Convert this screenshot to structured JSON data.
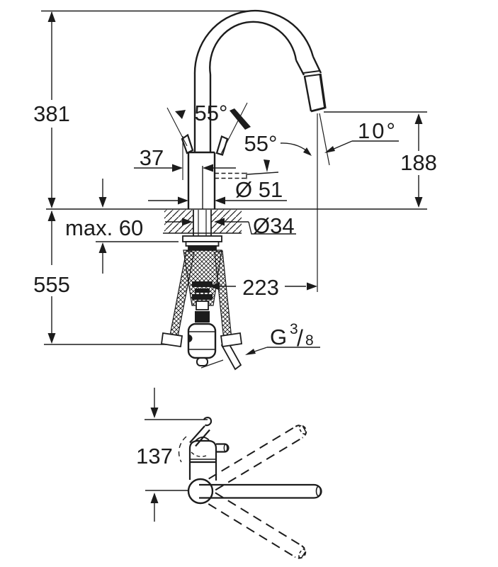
{
  "drawing": {
    "title": "faucet-technical-dimension-drawing",
    "ink_color": "#1c1c1c",
    "background_color": "#ffffff",
    "front_view": {
      "total_height": "381",
      "below_deck_depth": "555",
      "max_counter_thickness": "max. 60",
      "handle_offset": "37",
      "handle_swing_angle": "55°",
      "spout_swivel_angle": "55°",
      "outlet_tilt_angle": "10°",
      "spout_outlet_height": "188",
      "body_diameter": "Ø 51",
      "mounting_hole_diameter": "Ø34",
      "spout_reach": "223",
      "thread": {
        "g": "G",
        "numerator": "3",
        "slash": "/",
        "denominator": "8"
      }
    },
    "top_view": {
      "handle_projection": "137"
    }
  }
}
